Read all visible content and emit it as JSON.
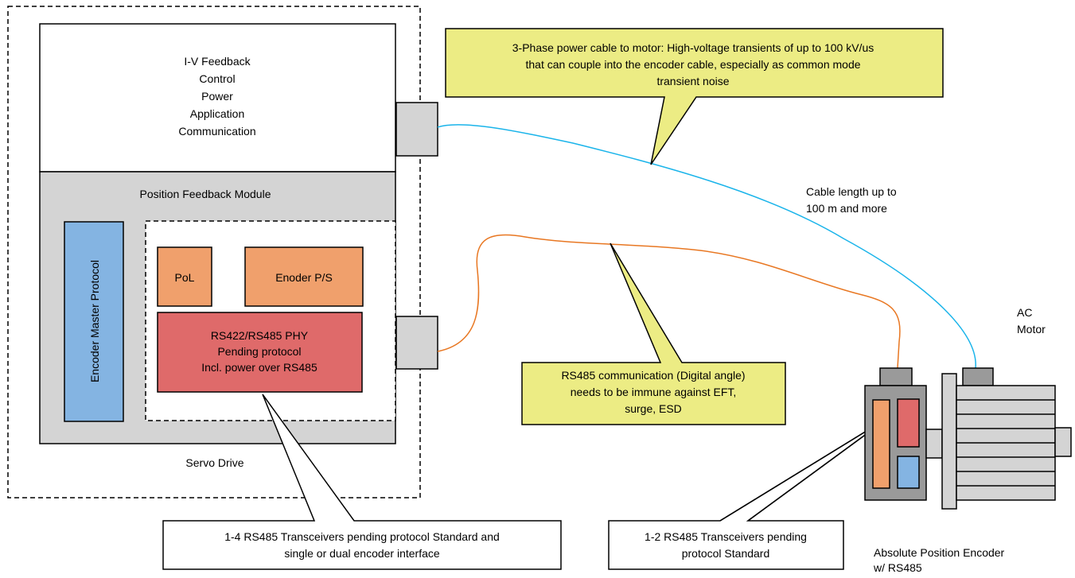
{
  "servo_drive": {
    "label": "Servo Drive",
    "top_block_lines": [
      "I-V Feedback",
      "Control",
      "Power",
      "Application",
      "Communication"
    ],
    "position_feedback_module": "Position Feedback Module",
    "encoder_master_protocol": "Encoder Master Protocol",
    "pol": "PoL",
    "encoder_ps": "Enoder P/S",
    "phy_lines": [
      "RS422/RS485 PHY",
      "Pending protocol",
      "Incl. power over RS485"
    ]
  },
  "callouts": {
    "power_cable": [
      "3-Phase power cable to motor: High-voltage transients of up to 100 kV/us",
      "that can couple into the encoder cable, especially as common mode",
      "transient noise"
    ],
    "rs485_comm": [
      "RS485 communication (Digital angle)",
      "needs to be immune against EFT,",
      "surge, ESD"
    ],
    "drive_transceivers": [
      "1-4 RS485 Transceivers pending protocol Standard and",
      "single or dual encoder interface"
    ],
    "encoder_transceivers": [
      "1-2 RS485 Transceivers pending",
      "protocol Standard"
    ]
  },
  "labels": {
    "cable_length": [
      "Cable length up to",
      "100 m and more"
    ],
    "ac_motor": [
      "AC",
      "Motor"
    ],
    "encoder": [
      "Absolute  Position Encoder",
      "w/ RS485"
    ]
  },
  "colors": {
    "callout_fill": "#ecec84",
    "module_gray": "#d4d4d4",
    "encoder_blue": "#84b4e2",
    "pol_orange": "#f0a06c",
    "phy_red": "#df6a6a",
    "power_cable": "#1ab4ea",
    "encoder_cable": "#e87722"
  }
}
